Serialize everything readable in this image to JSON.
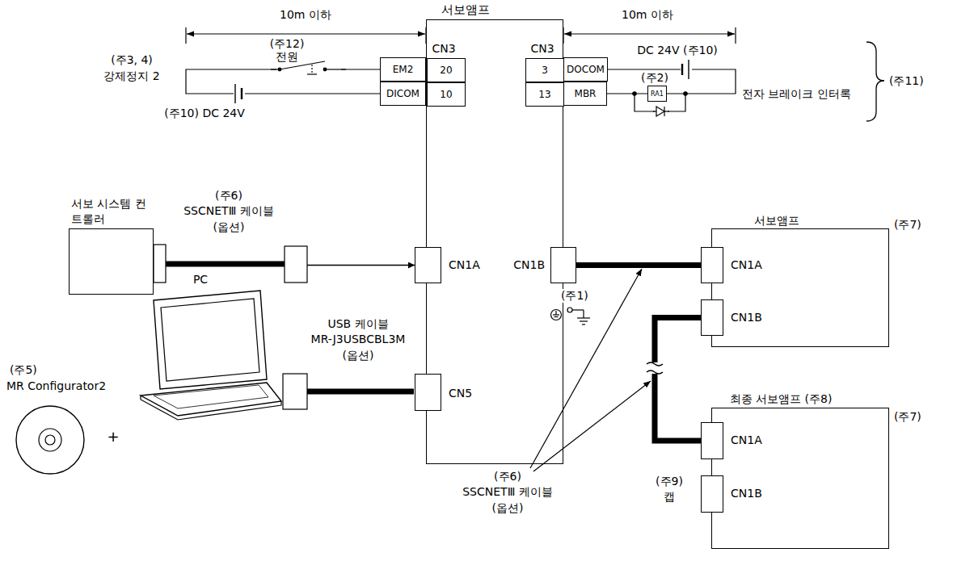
{
  "diagram": {
    "nodes": [
      {
        "text": [
          "서보앰프"
        ]
      },
      {
        "text": [
          "EM2"
        ]
      },
      {
        "text": [
          "20"
        ],
        "in": 0
      },
      {
        "text": [
          "DICOM"
        ]
      },
      {
        "text": [
          "10"
        ],
        "in": 0
      },
      {
        "text": [
          "3"
        ],
        "in": 0
      },
      {
        "text": [
          "DOCOM"
        ]
      },
      {
        "text": [
          "13"
        ],
        "in": 0
      },
      {
        "text": [
          "MBR"
        ]
      },
      {
        "text": [
          "RA1"
        ]
      },
      {
        "text": [
          "서보 시스템 컨트롤러"
        ]
      },
      {
        "text": [
          "CN1A"
        ],
        "in": 0
      },
      {
        "text": [
          "CN1B"
        ],
        "in": 0
      },
      {
        "text": [
          "CN5"
        ],
        "in": 0
      },
      {
        "text": [
          "서보앰프"
        ]
      },
      {
        "text": [
          "CN1A"
        ],
        "in": 14
      },
      {
        "text": [
          "CN1B"
        ],
        "in": 14
      },
      {
        "text": [
          "최종 서보앰프 (주8)"
        ]
      },
      {
        "text": [
          "CN1A"
        ],
        "in": 17
      },
      {
        "text": [
          "CN1B"
        ],
        "in": 17
      }
    ],
    "edges": [
      {
        "from": 10,
        "to": 11,
        "arrow": "to"
      },
      {
        "from": 12,
        "to": 15,
        "arrow": "none"
      },
      {
        "from": 16,
        "to": 18,
        "arrow": "none"
      },
      {
        "from": 1,
        "to": 3,
        "arrow": "none"
      },
      {
        "from": 6,
        "to": 9,
        "arrow": "none"
      },
      {
        "from": 8,
        "to": 9,
        "arrow": "none"
      }
    ],
    "labels": [
      "10m 이하",
      "10m 이하",
      "(주3, 4)",
      "강제정지 2",
      "(주12)",
      "전원",
      "CN3",
      "CN3",
      "DC 24V (주10)",
      "(주2)",
      "(주10) DC 24V",
      "전자 브레이크 인터록",
      "(주11)",
      "(주6)",
      "SSCNETⅢ 케이블",
      "(옵션)",
      "(주1)",
      "(주7)",
      "PC",
      "USB 케이블",
      "MR-J3USBCBL3M",
      "(옵션)",
      "(주5)",
      "MR Configurator2",
      "+",
      "(주6)",
      "SSCNETⅢ 케이블",
      "(옵션)",
      "(주7)",
      "(주9)",
      "캡"
    ]
  }
}
